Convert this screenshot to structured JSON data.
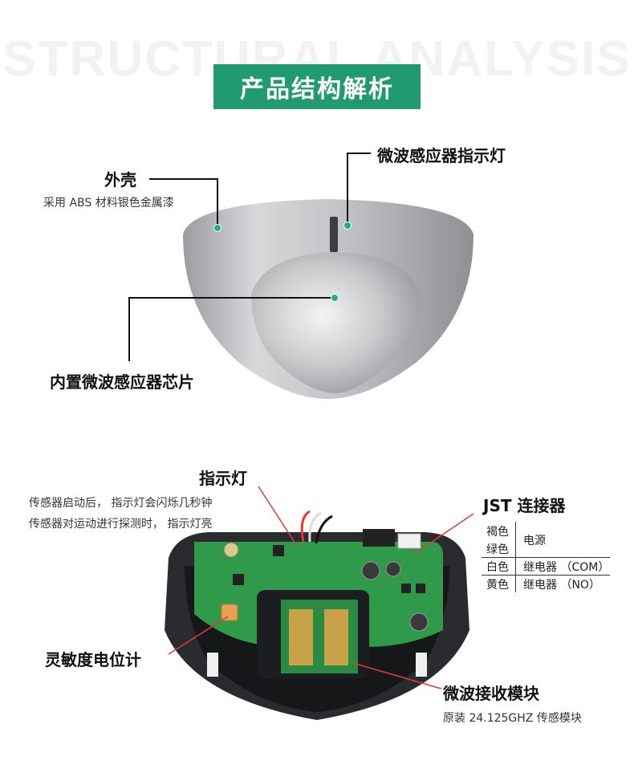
{
  "watermark": "STRUCTURAL ANALYSIS",
  "title": "产品结构解析",
  "top": {
    "shell_label": "外壳",
    "shell_desc": "采用 ABS 材料银色金属漆",
    "indicator_label": "微波感应器指示灯",
    "chip_label": "内置微波感应器芯片"
  },
  "bottom": {
    "indicator_label": "指示灯",
    "indicator_desc_1": "传感器启动后，  指示灯会闪烁几秒钟",
    "indicator_desc_2": "传感器对运动进行探测时，  指示灯亮",
    "jst_label": "JST 连接器",
    "jst": {
      "brown": "褐色",
      "green": "绿色",
      "power": "电源",
      "white": "白色",
      "relay_com": "继电器  （COM）",
      "yellow": "黄色",
      "relay_no": "继电器  （NO）"
    },
    "pot_label": "灵敏度电位计",
    "module_label": "微波接收模块",
    "module_desc": "原装 24.125GHZ 传感模块"
  },
  "colors": {
    "accent": "#1f9b6f",
    "pointer": "#e23b3b",
    "dot": "#1fb07a"
  }
}
